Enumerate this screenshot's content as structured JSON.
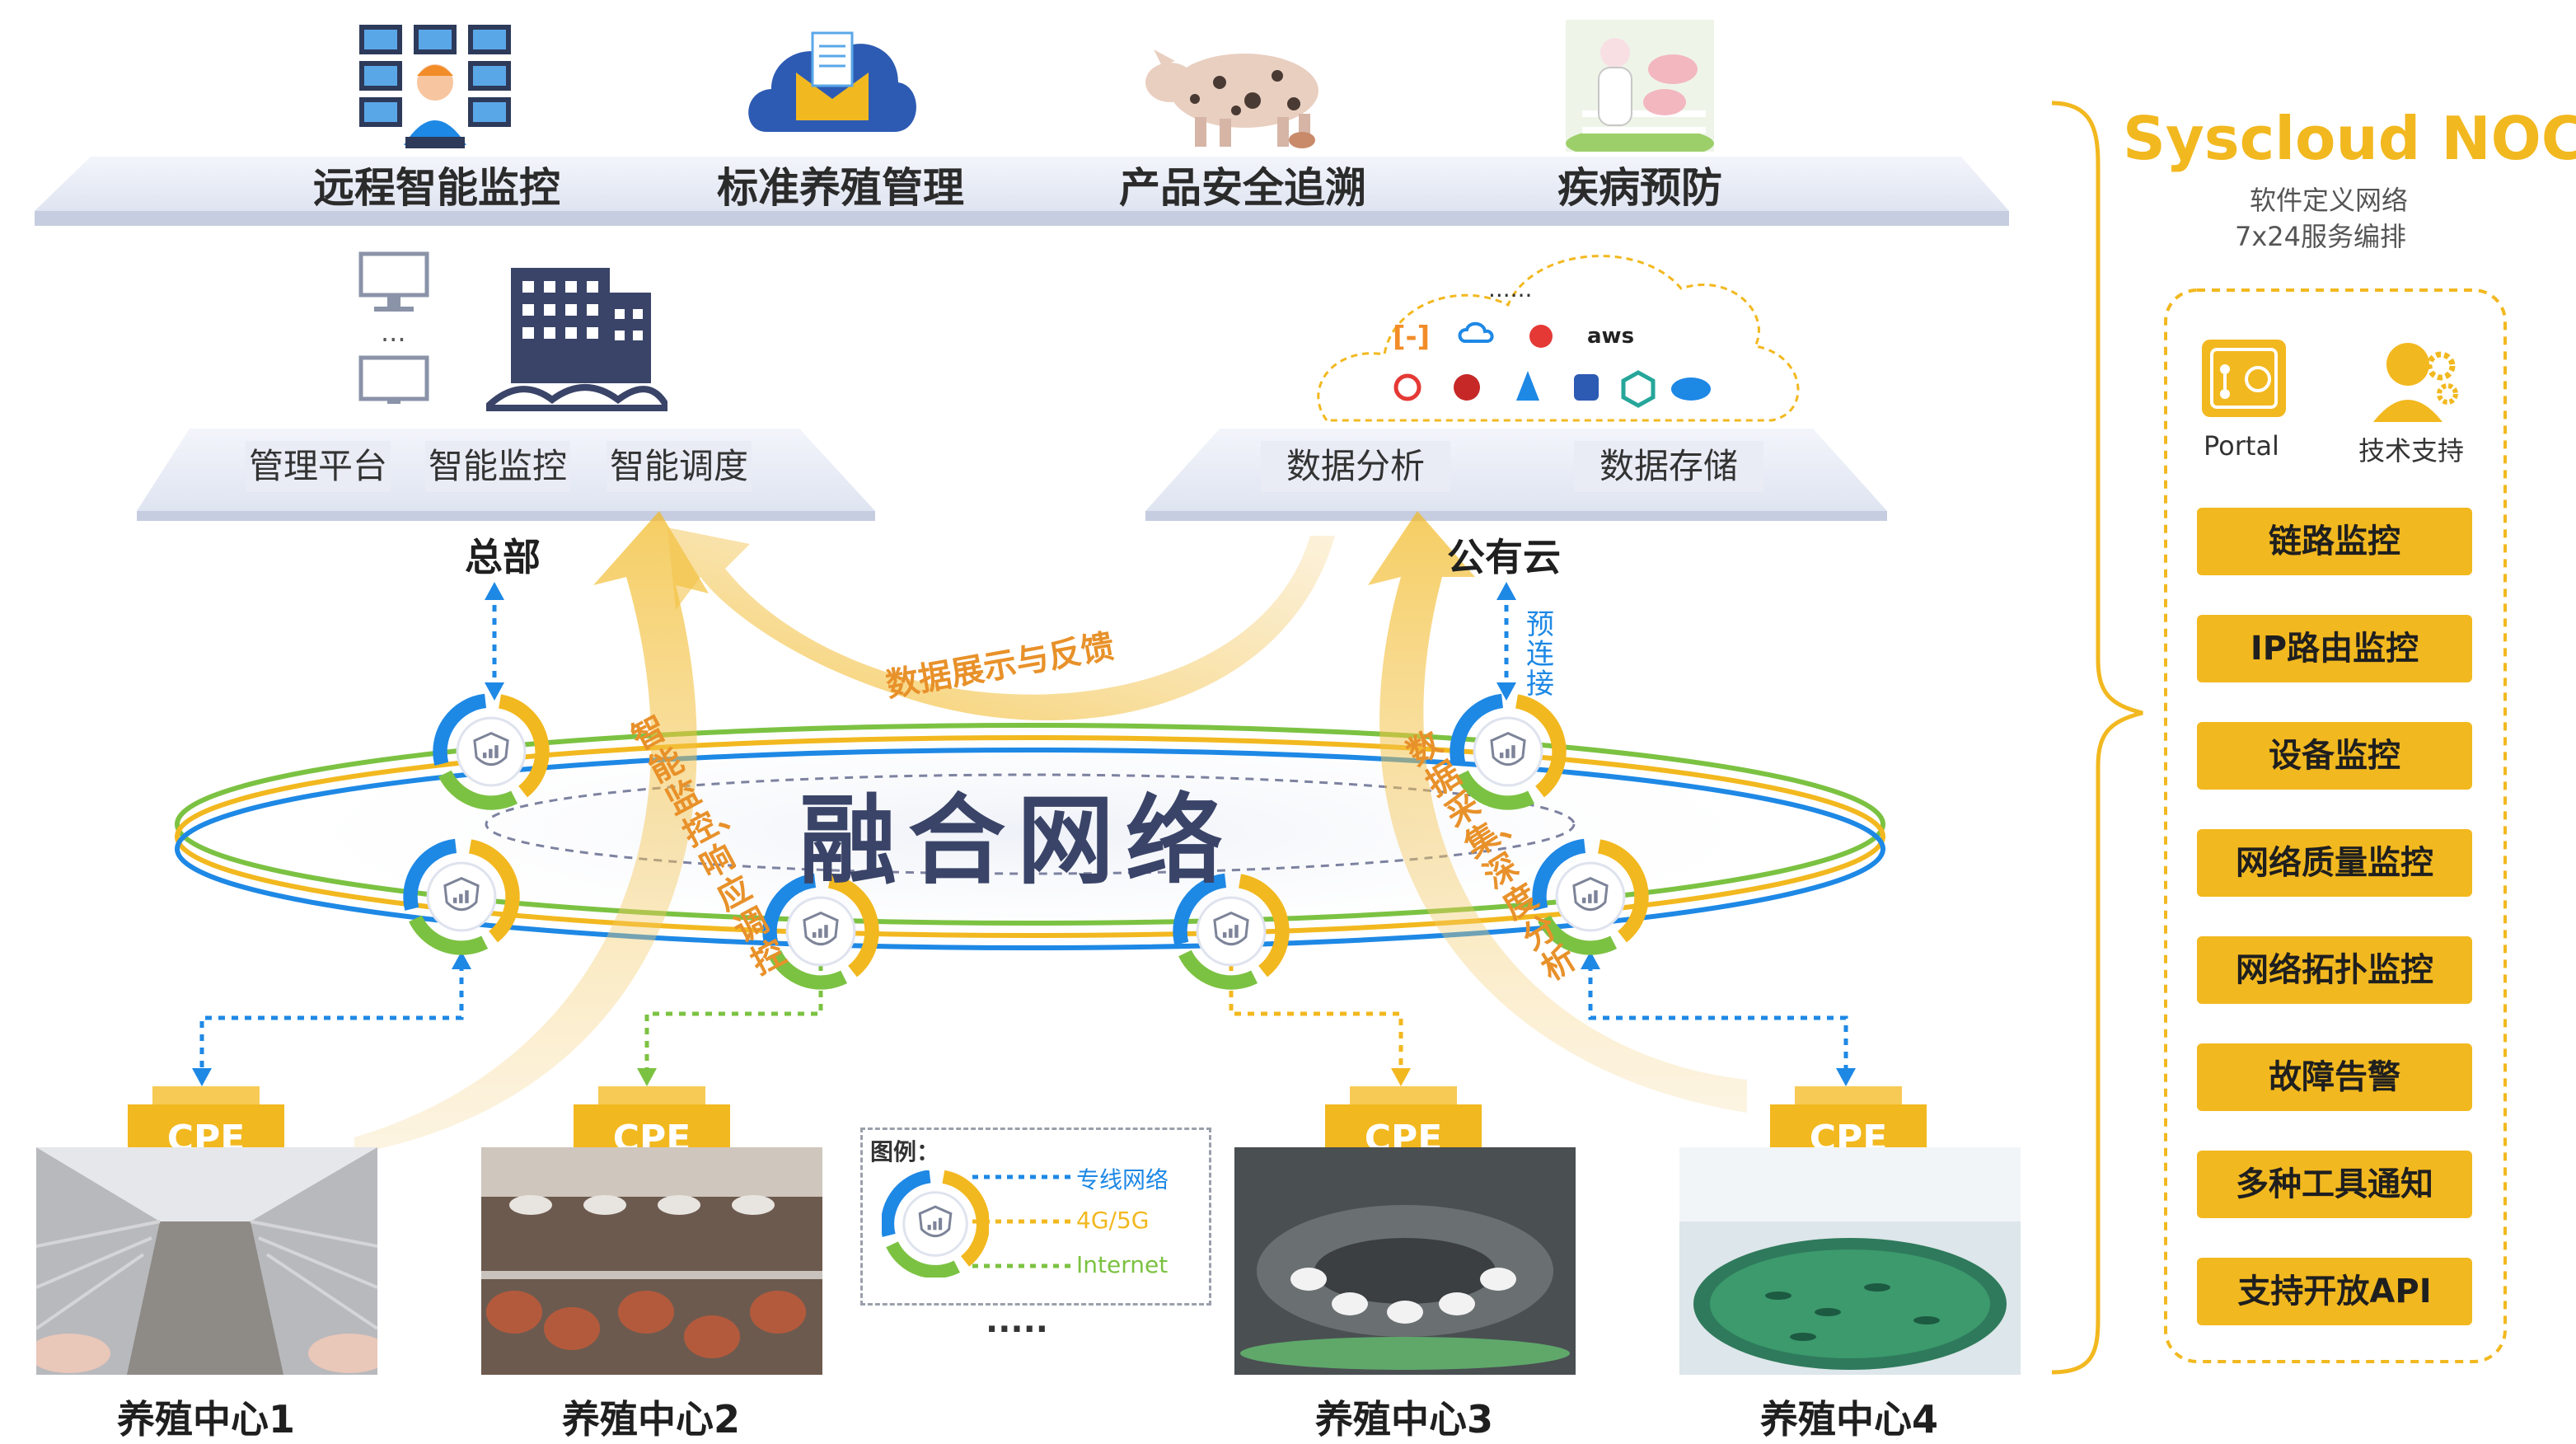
{
  "top_platform": {
    "items": [
      {
        "label": "远程智能监控",
        "icon": "monitoring-center-icon"
      },
      {
        "label": "标准养殖管理",
        "icon": "cloud-document-icon"
      },
      {
        "label": "产品安全追溯",
        "icon": "pig-icon"
      },
      {
        "label": "疾病预防",
        "icon": "disease-prevention-icon"
      }
    ]
  },
  "hq": {
    "title": "总部",
    "ellipsis": "...",
    "modules": [
      "管理平台",
      "智能监控",
      "智能调度"
    ]
  },
  "cloud": {
    "title": "公有云",
    "ellipsis": "......",
    "aws_label": "aws",
    "modules": [
      "数据分析",
      "数据存储"
    ],
    "preconnect_label": "预连接"
  },
  "network": {
    "title": "融合网络",
    "arrows": {
      "feedback": "数据展示与反馈",
      "control": "智能监控、响应调控",
      "collect": "数据采集、深度分析"
    }
  },
  "sites": [
    {
      "label": "养殖中心1",
      "cpe": "CPE"
    },
    {
      "label": "养殖中心2",
      "cpe": "CPE"
    },
    {
      "label": "养殖中心3",
      "cpe": "CPE"
    },
    {
      "label": "养殖中心4",
      "cpe": "CPE"
    }
  ],
  "legend": {
    "title": "图例：",
    "items": [
      {
        "label": "专线网络",
        "color": "#1e88e5"
      },
      {
        "label": "4G/5G",
        "color": "#f2b81f"
      },
      {
        "label": "Internet",
        "color": "#7cc242"
      }
    ],
    "more": "....."
  },
  "noc": {
    "title": "Syscloud NOC",
    "subtitle1": "软件定义网络",
    "subtitle2": "7x24服务编排",
    "portal_label": "Portal",
    "support_label": "技术支持",
    "buttons": [
      "链路监控",
      "IP路由监控",
      "设备监控",
      "网络质量监控",
      "网络拓扑监控",
      "故障告警",
      "多种工具通知",
      "支持开放API"
    ]
  },
  "colors": {
    "accent": "#f2b81f",
    "blue": "#1e88e5",
    "green": "#7cc242",
    "navy": "#3a4468"
  }
}
